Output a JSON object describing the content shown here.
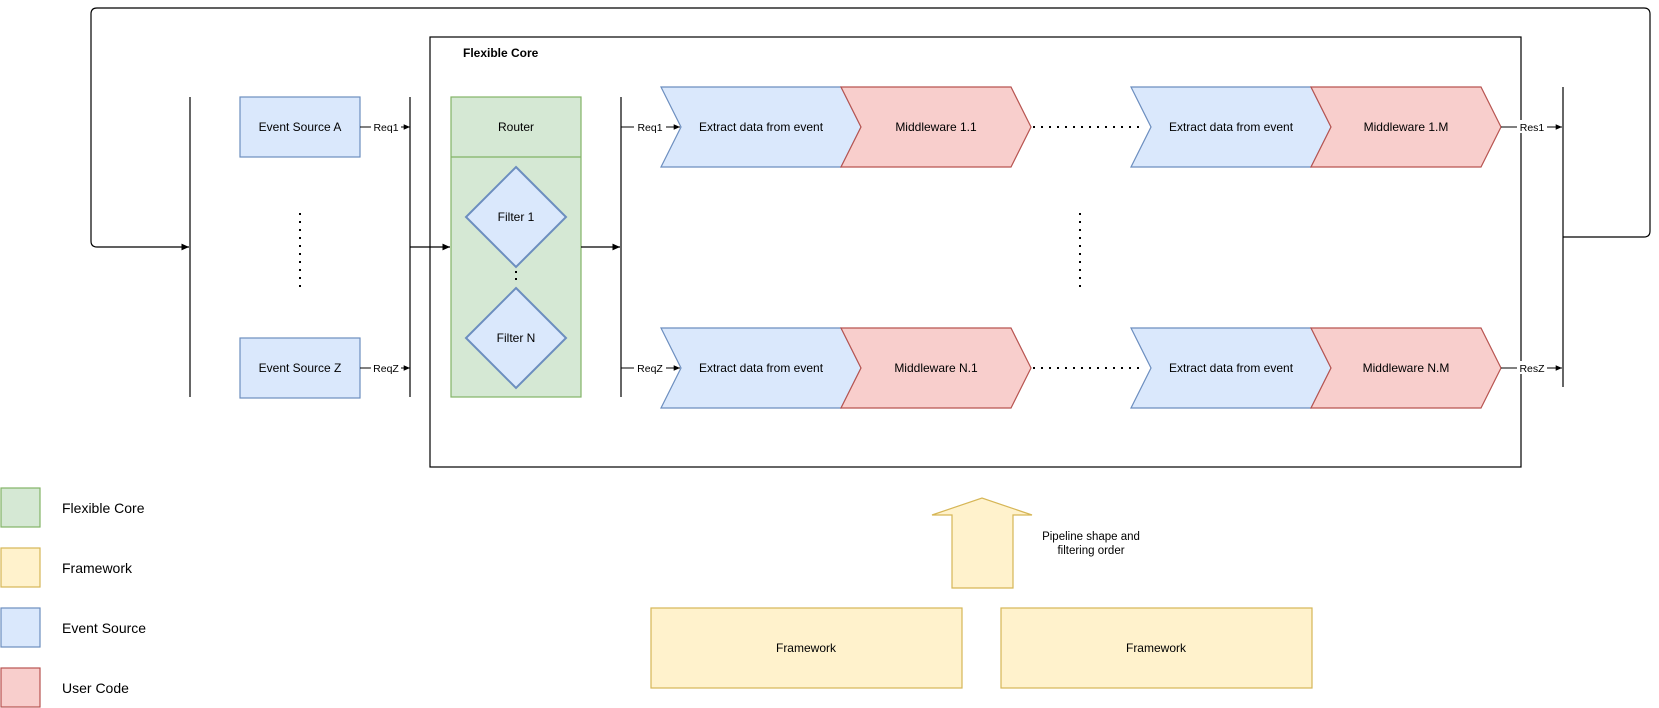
{
  "core": {
    "title": "Flexible Core"
  },
  "sources": {
    "a": {
      "label": "Event Source A",
      "req": "Req1"
    },
    "z": {
      "label": "Event Source Z",
      "req": "ReqZ"
    }
  },
  "router": {
    "label": "Router",
    "filters": [
      "Filter 1",
      "Filter N"
    ]
  },
  "pipelines": [
    {
      "req": "Req1",
      "res": "Res1",
      "stages": [
        "Extract data from event",
        "Middleware 1.1",
        "Extract data from event",
        "Middleware 1.M"
      ]
    },
    {
      "req": "ReqZ",
      "res": "ResZ",
      "stages": [
        "Extract data from event",
        "Middleware N.1",
        "Extract data from event",
        "Middleware N.M"
      ]
    }
  ],
  "framework": {
    "boxes": [
      "Framework",
      "Framework"
    ],
    "arrow_note_lines": [
      "Pipeline shape and",
      "filtering order"
    ]
  },
  "legend": [
    {
      "label": "Flexible Core",
      "fill": "#d5e8d4",
      "stroke": "#82b366"
    },
    {
      "label": "Framework",
      "fill": "#fff2cc",
      "stroke": "#d6b656"
    },
    {
      "label": "Event Source",
      "fill": "#dae8fc",
      "stroke": "#6c8ebf"
    },
    {
      "label": "User Code",
      "fill": "#f8cecc",
      "stroke": "#b85450"
    }
  ],
  "colors": {
    "green_fill": "#d5e8d4",
    "green_stroke": "#82b366",
    "yellow_fill": "#fff2cc",
    "yellow_stroke": "#d6b656",
    "blue_fill": "#dae8fc",
    "blue_stroke": "#6c8ebf",
    "red_fill": "#f8cecc",
    "red_stroke": "#b85450"
  }
}
